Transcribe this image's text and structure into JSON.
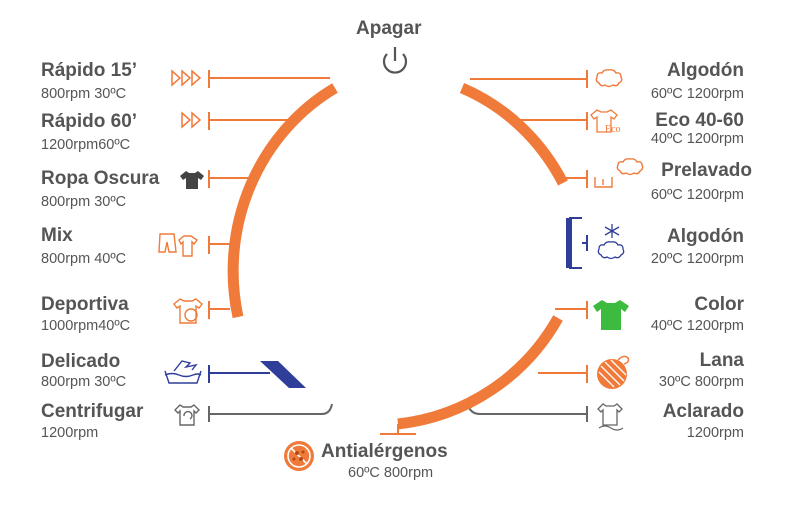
{
  "colors": {
    "accent": "#f07a3a",
    "blue": "#2e3e99",
    "green": "#3dbb3f",
    "gray": "#666666",
    "text": "#555555"
  },
  "power": {
    "label": "Apagar",
    "icon": "power-icon"
  },
  "left_programs": [
    {
      "name": "Rápido 15’",
      "spec": "800rpm 30ºC",
      "icon": "triple-arrow-icon"
    },
    {
      "name": "Rápido 60’",
      "spec": "1200rpm60ºC",
      "icon": "double-arrow-icon"
    },
    {
      "name": "Ropa Oscura",
      "spec": "800rpm 30ºC",
      "icon": "dark-shirt-icon"
    },
    {
      "name": "Mix",
      "spec": "800rpm 40ºC",
      "icon": "mixed-clothes-icon"
    },
    {
      "name": "Deportiva",
      "spec": "1000rpm40ºC",
      "icon": "sport-shirt-icon"
    },
    {
      "name": "Delicado",
      "spec": "800rpm 30ºC",
      "icon": "hand-wash-icon"
    },
    {
      "name": "Centrifugar",
      "spec": "1200rpm",
      "icon": "spin-icon"
    }
  ],
  "right_programs": [
    {
      "name": "Algodón",
      "spec": "60ºC 1200rpm",
      "icon": "cotton-icon"
    },
    {
      "name": "Eco 40-60",
      "spec": "40ºC 1200rpm",
      "icon": "eco-shirt-icon",
      "icon_text": "Eco"
    },
    {
      "name": "Prelavado",
      "spec": "60ºC 1200rpm",
      "icon": "prewash-icon"
    },
    {
      "name": "Algodón",
      "spec": "20ºC 1200rpm",
      "icon": "cold-cotton-icon"
    },
    {
      "name": "Color",
      "spec": "40ºC 1200rpm",
      "icon": "color-shirt-icon"
    },
    {
      "name": "Lana",
      "spec": "30ºC  800rpm",
      "icon": "wool-icon"
    },
    {
      "name": "Aclarado",
      "spec": "1200rpm",
      "icon": "rinse-icon"
    }
  ],
  "bottom_program": {
    "name": "Antialérgenos",
    "spec": "60ºC  800rpm",
    "icon": "anti-allergen-icon"
  }
}
